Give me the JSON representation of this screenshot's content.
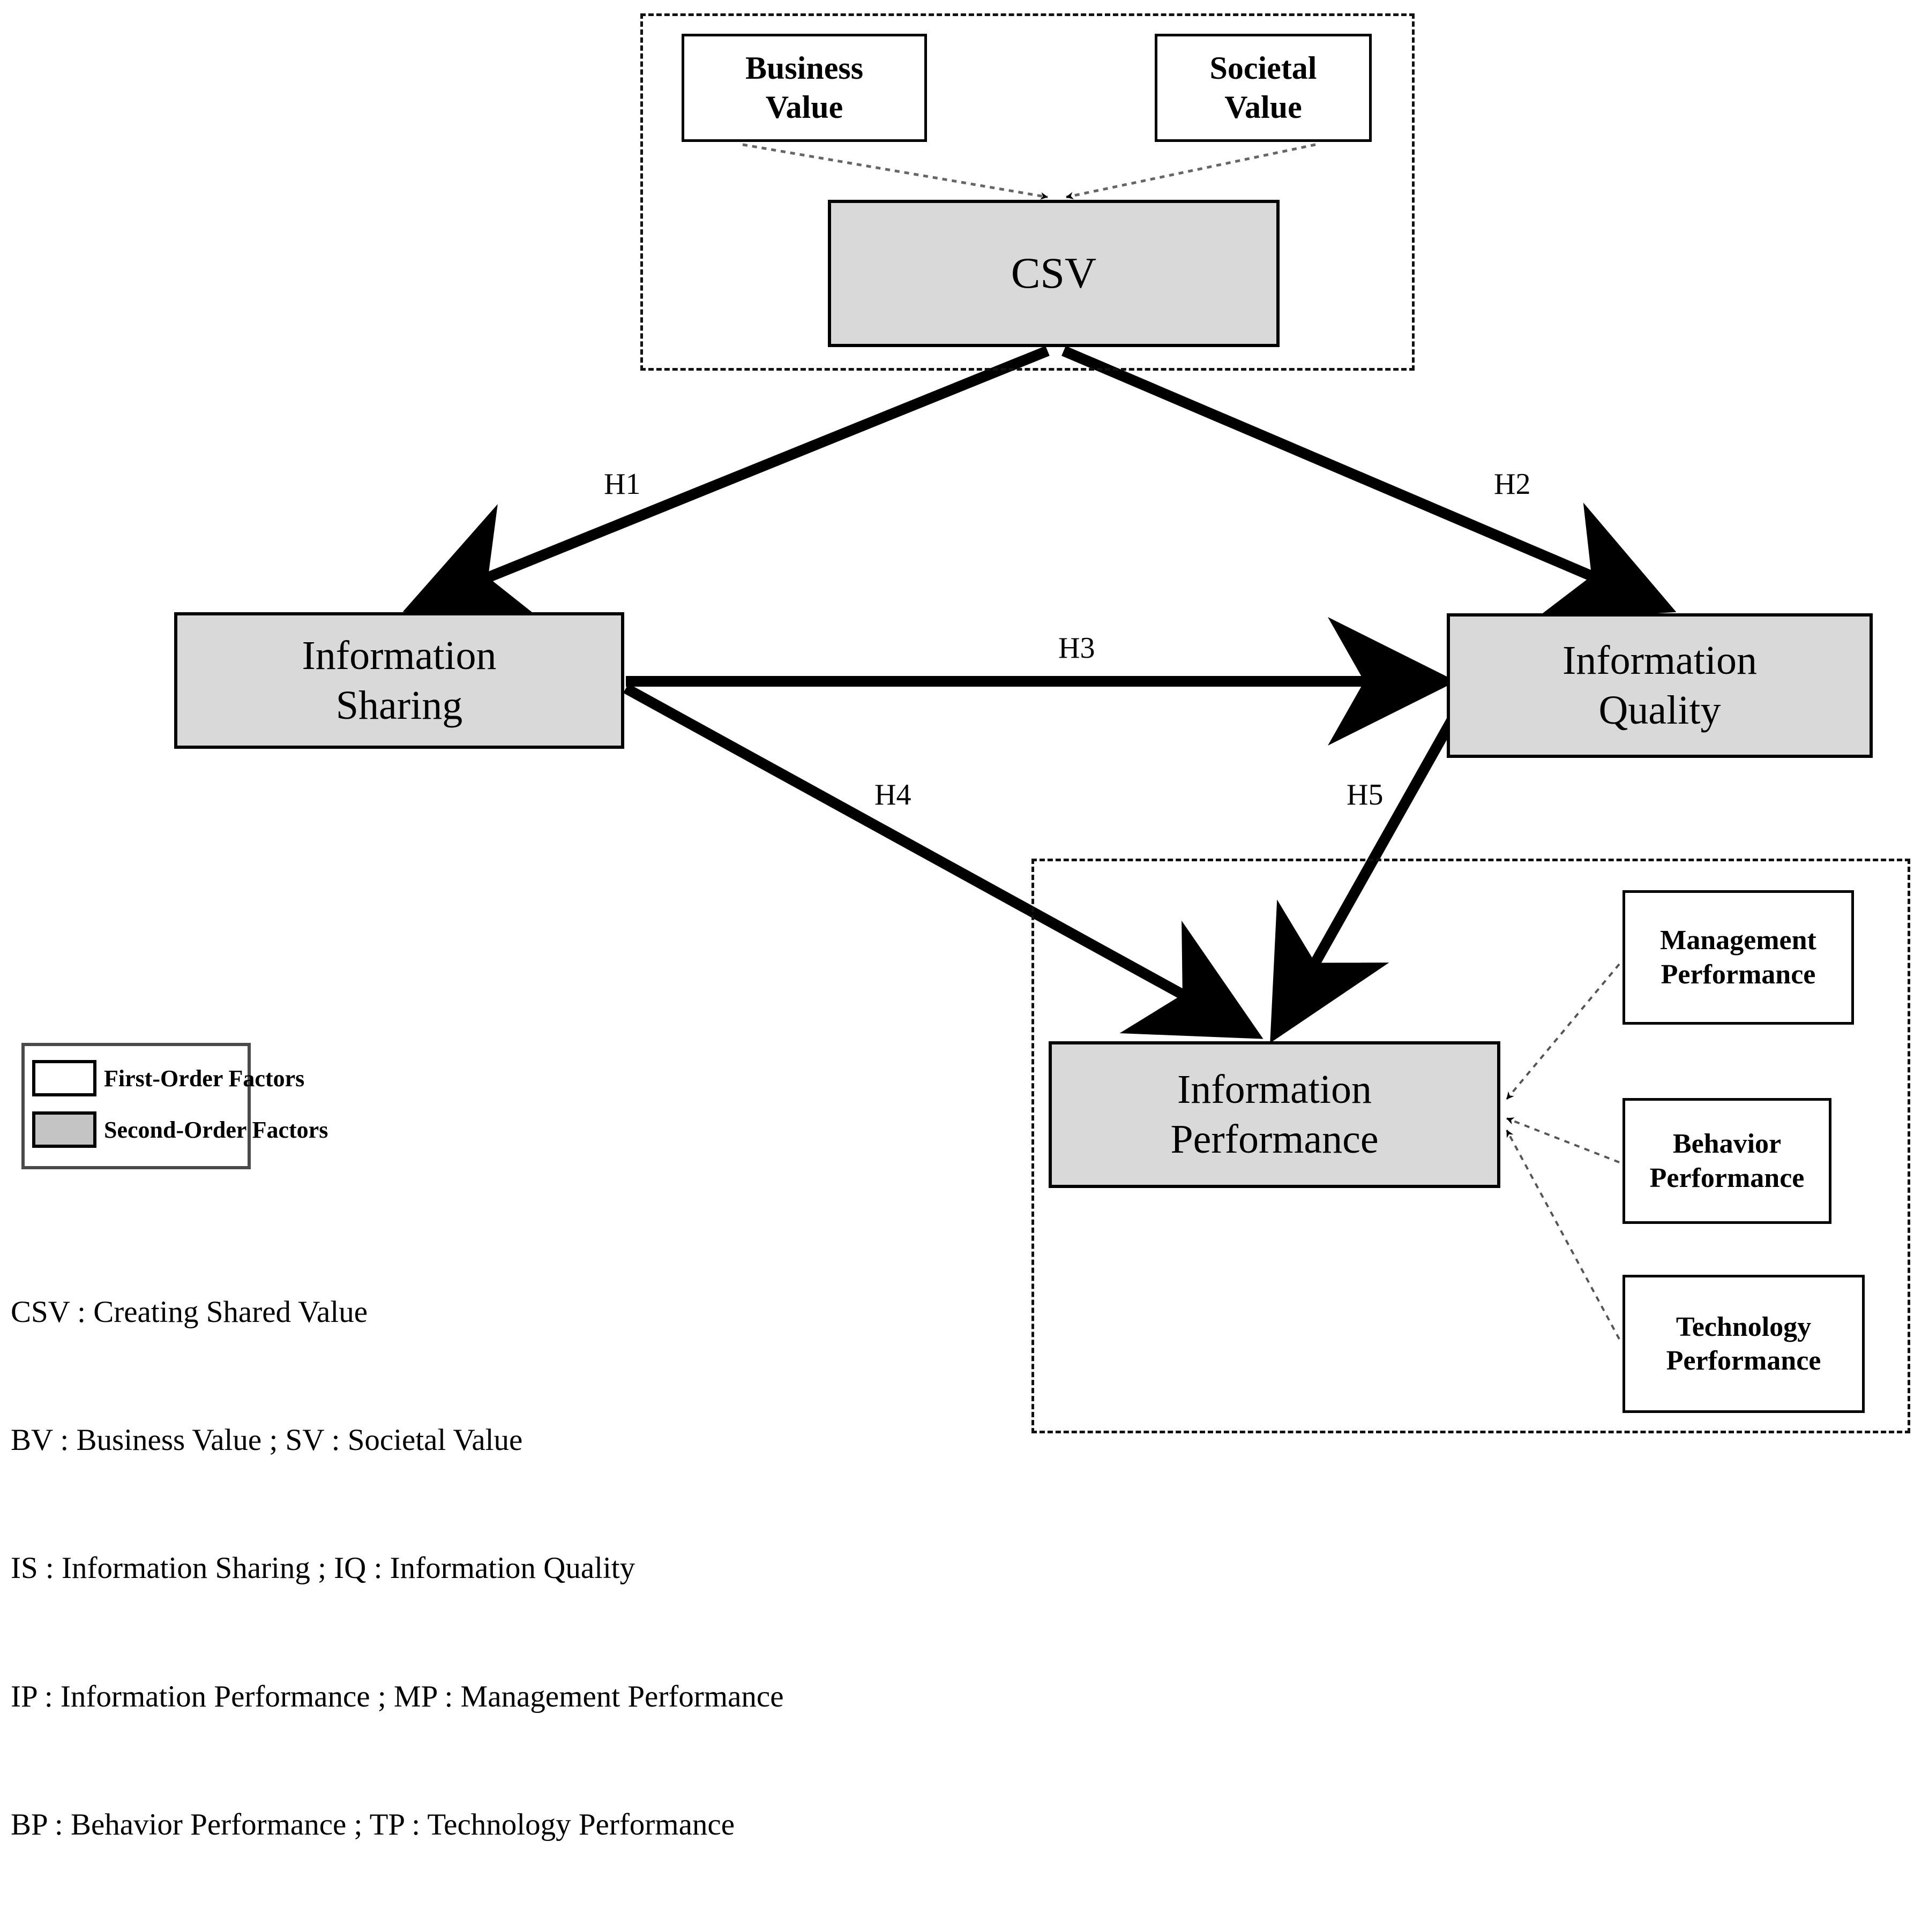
{
  "diagram": {
    "type": "research-model-path-diagram",
    "groups": [
      {
        "id": "csv-group",
        "note": "dashed boundary around CSV second-order construct and its first-order factors"
      },
      {
        "id": "ip-group",
        "note": "dashed boundary around Information Performance second-order construct and its first-order factors"
      }
    ],
    "nodes": {
      "business_value": {
        "label": "Business\nValue",
        "order": "first"
      },
      "societal_value": {
        "label": "Societal\nValue",
        "order": "first"
      },
      "csv": {
        "label": "CSV",
        "order": "second"
      },
      "information_sharing": {
        "label": "Information\nSharing",
        "order": "second"
      },
      "information_quality": {
        "label": "Information\nQuality",
        "order": "second"
      },
      "information_performance": {
        "label": "Information\nPerformance",
        "order": "second"
      },
      "management_performance": {
        "label": "Management\nPerformance",
        "order": "first"
      },
      "behavior_performance": {
        "label": "Behavior\nPerformance",
        "order": "first"
      },
      "technology_performance": {
        "label": "Technology\nPerformance",
        "order": "first"
      }
    },
    "hypotheses": [
      {
        "id": "h1",
        "label": "H1",
        "from": "csv",
        "to": "information_sharing"
      },
      {
        "id": "h2",
        "label": "H2",
        "from": "csv",
        "to": "information_quality"
      },
      {
        "id": "h3",
        "label": "H3",
        "from": "information_sharing",
        "to": "information_quality"
      },
      {
        "id": "h4",
        "label": "H4",
        "from": "information_sharing",
        "to": "information_performance"
      },
      {
        "id": "h5",
        "label": "H5",
        "from": "information_quality",
        "to": "information_performance"
      }
    ]
  },
  "legend": {
    "items": [
      {
        "swatch": "white",
        "label": "First-Order Factors"
      },
      {
        "swatch": "grey",
        "label": "Second-Order Factors"
      }
    ]
  },
  "abbreviations": {
    "lines": [
      "CSV : Creating Shared Value",
      "BV : Business Value ; SV : Societal Value",
      "IS : Information Sharing ; IQ : Information Quality",
      "IP : Information Performance ; MP : Management Performance",
      "BP : Behavior Performance ; TP : Technology Performance"
    ]
  },
  "colors": {
    "second_order_fill": "#d9d9d9",
    "first_order_fill": "#ffffff",
    "stroke": "#000000",
    "legend_border": "#4a4a4a"
  }
}
